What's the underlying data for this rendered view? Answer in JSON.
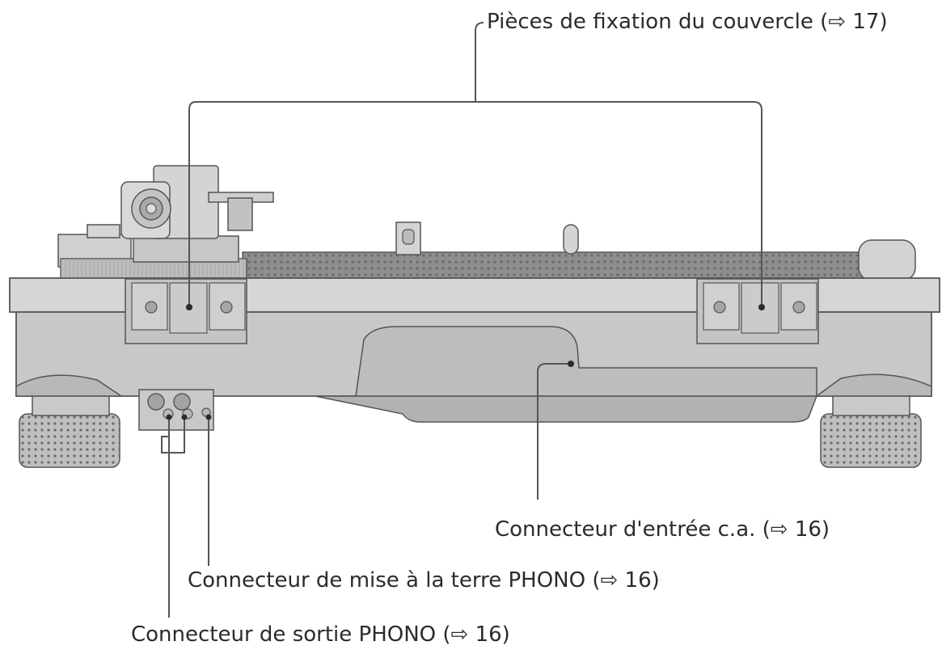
{
  "callouts": {
    "cover_hinges": "Pièces de fixation du couvercle (⇨ 17)",
    "ac_inlet": "Connecteur d'entrée c.a. (⇨ 16)",
    "phono_earth": "Connecteur de mise à la terre PHONO (⇨ 16)",
    "phono_out": "Connecteur de sortie PHONO (⇨ 16)"
  },
  "colors": {
    "body": "#c9c9c9",
    "body_dark": "#a8a8a8",
    "platter": "#8f8f8f",
    "stroke": "#555555",
    "text": "#2b2b2b"
  }
}
